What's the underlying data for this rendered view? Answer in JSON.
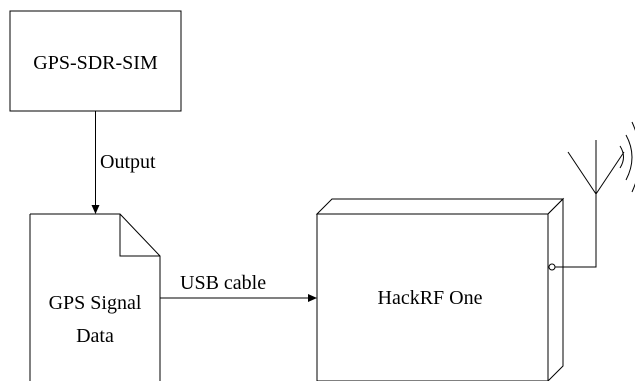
{
  "diagram": {
    "nodes": {
      "simulator": {
        "label": "GPS-SDR-SIM"
      },
      "signal_file": {
        "label_line1": "GPS Signal",
        "label_line2": "Data"
      },
      "radio": {
        "label": "HackRF One"
      }
    },
    "edges": {
      "output": {
        "label": "Output"
      },
      "usb": {
        "label": "USB cable"
      }
    },
    "icons": [
      "document-icon",
      "box-3d-icon",
      "antenna-icon",
      "radio-waves-icon"
    ]
  }
}
